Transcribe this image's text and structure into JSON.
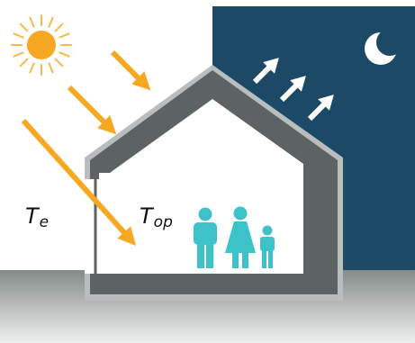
{
  "labels": {
    "outdoor": {
      "main": "T",
      "sub": "e"
    },
    "operative": {
      "main": "T",
      "sub": "op"
    }
  },
  "colors": {
    "night_sky": "#1b4966",
    "sun": "#f7a823",
    "solar_arrow": "#f7a823",
    "wall_outer": "#b8bcbc",
    "wall_inner": "#5b6160",
    "ground": "#8c9390",
    "people": "#3cc2c9",
    "heat_arrow": "#ffffff"
  },
  "icons": [
    "sun-icon",
    "moon-icon",
    "solar-radiation-arrow",
    "heat-loss-arrow",
    "family-icon"
  ]
}
